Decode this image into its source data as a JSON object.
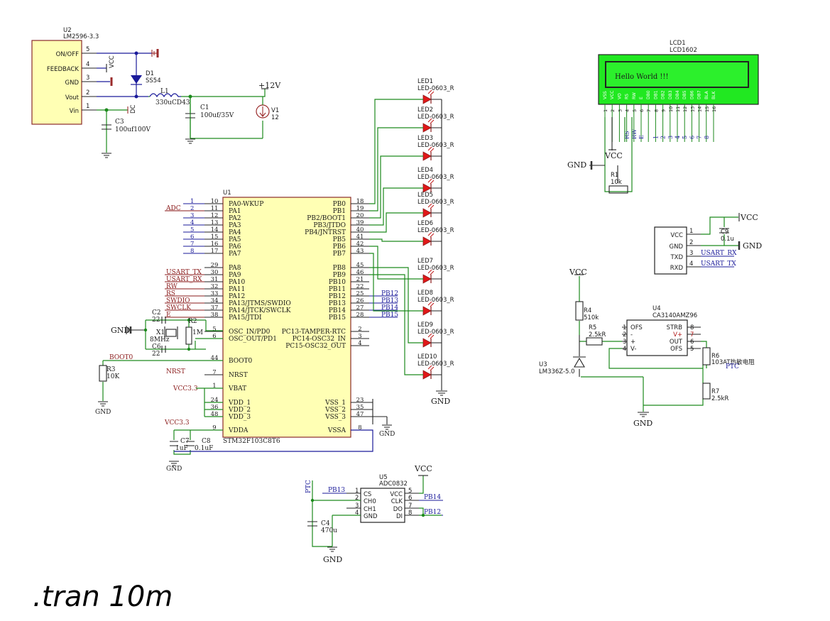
{
  "regulator": {
    "ref": "U2",
    "part": "LM2596-3.3",
    "pins": [
      {
        "name": "ON/OFF",
        "num": "5"
      },
      {
        "name": "FEEDBACK",
        "num": "4"
      },
      {
        "name": "GND",
        "num": "3"
      },
      {
        "name": "Vout",
        "num": "2"
      },
      {
        "name": "Vin",
        "num": "1"
      }
    ],
    "d1_ref": "D1",
    "d1_part": "SS54",
    "l1_ref": "L1",
    "l1_val": "330uCD43",
    "c1_ref": "C1",
    "c1_val": "100uf/35V",
    "c3_ref": "C3",
    "c3_val": "100uf100V",
    "v1_ref": "V1",
    "v1_val": "12",
    "v1_net": "+12V",
    "vcc": "VCC",
    "dc": "DC"
  },
  "mcu": {
    "ref": "U1",
    "part": "STM32F103C8T6",
    "left_pins": [
      {
        "net": "",
        "netnum": "1",
        "num": "10",
        "name": "PA0-WKUP"
      },
      {
        "net": "ADC",
        "netnum": "2",
        "num": "11",
        "name": "PA1"
      },
      {
        "net": "",
        "netnum": "3",
        "num": "12",
        "name": "PA2"
      },
      {
        "net": "",
        "netnum": "4",
        "num": "13",
        "name": "PA3"
      },
      {
        "net": "",
        "netnum": "5",
        "num": "14",
        "name": "PA4"
      },
      {
        "net": "",
        "netnum": "6",
        "num": "15",
        "name": "PA5"
      },
      {
        "net": "",
        "netnum": "7",
        "num": "16",
        "name": "PA6"
      },
      {
        "net": "",
        "netnum": "8",
        "num": "17",
        "name": "PA7"
      },
      {
        "net": "",
        "netnum": "",
        "num": "29",
        "name": "PA8"
      },
      {
        "net": "USART_TX",
        "netnum": "",
        "num": "30",
        "name": "PA9"
      },
      {
        "net": "USART_RX",
        "netnum": "",
        "num": "31",
        "name": "PA10"
      },
      {
        "net": "RW",
        "netnum": "",
        "num": "32",
        "name": "PA11"
      },
      {
        "net": "RS",
        "netnum": "",
        "num": "33",
        "name": "PA12"
      },
      {
        "net": "SWDIO",
        "netnum": "",
        "num": "34",
        "name": "PA13/JTMS/SWDIO"
      },
      {
        "net": "SWCLK",
        "netnum": "",
        "num": "37",
        "name": "PA14/JTCK/SWCLK"
      },
      {
        "net": "E",
        "netnum": "",
        "num": "38",
        "name": "PA15/JTDI"
      },
      {
        "net": "",
        "netnum": "",
        "num": "5",
        "name": "OSC_IN/PD0"
      },
      {
        "net": "",
        "netnum": "",
        "num": "6",
        "name": "OSC_OUT/PD1"
      },
      {
        "net": "BOOT0",
        "netnum": "",
        "num": "44",
        "name": "BOOT0"
      },
      {
        "net": "NRST",
        "netnum": "",
        "num": "7",
        "name": "NRST"
      },
      {
        "net": "VCC3.3",
        "netnum": "",
        "num": "1",
        "name": "VBAT"
      },
      {
        "net": "",
        "netnum": "",
        "num": "24",
        "name": "VDD_1"
      },
      {
        "net": "",
        "netnum": "",
        "num": "36",
        "name": "VDD_2"
      },
      {
        "net": "",
        "netnum": "",
        "num": "48",
        "name": "VDD_3"
      },
      {
        "net": "VCC3.3",
        "netnum": "",
        "num": "9",
        "name": "VDDA"
      }
    ],
    "right_pins": [
      {
        "name": "PB0",
        "num": "18",
        "net": ""
      },
      {
        "name": "PB1",
        "num": "19",
        "net": ""
      },
      {
        "name": "PB2/BOOT1",
        "num": "20",
        "net": ""
      },
      {
        "name": "PB3/JTDO",
        "num": "39",
        "net": ""
      },
      {
        "name": "PB4/JNTRST",
        "num": "40",
        "net": ""
      },
      {
        "name": "PB5",
        "num": "41",
        "net": ""
      },
      {
        "name": "PB6",
        "num": "42",
        "net": ""
      },
      {
        "name": "PB7",
        "num": "43",
        "net": ""
      },
      {
        "name": "PB8",
        "num": "45",
        "net": ""
      },
      {
        "name": "PB9",
        "num": "46",
        "net": ""
      },
      {
        "name": "PB10",
        "num": "21",
        "net": ""
      },
      {
        "name": "PB11",
        "num": "22",
        "net": ""
      },
      {
        "name": "PB12",
        "num": "25",
        "net": "PB12"
      },
      {
        "name": "PB13",
        "num": "26",
        "net": "PB13"
      },
      {
        "name": "PB14",
        "num": "27",
        "net": "PB14"
      },
      {
        "name": "PB15",
        "num": "28",
        "net": "PB15"
      },
      {
        "name": "PC13-TAMPER-RTC",
        "num": "2",
        "net": ""
      },
      {
        "name": "PC14-OSC32_IN",
        "num": "3",
        "net": ""
      },
      {
        "name": "PC15-OSC32_OUT",
        "num": "4",
        "net": ""
      },
      {
        "name": "VSS_1",
        "num": "23",
        "net": ""
      },
      {
        "name": "VSS_2",
        "num": "35",
        "net": ""
      },
      {
        "name": "VSS_3",
        "num": "47",
        "net": ""
      },
      {
        "name": "VSSA",
        "num": "8",
        "net": ""
      }
    ],
    "c2": "C2",
    "c2v": "22",
    "c6": "C6",
    "c6v": "22",
    "x1": "X1",
    "x1v": "8MHz",
    "r2": "R2",
    "r2v": "1M",
    "r3": "R3",
    "r3v": "10K",
    "c7": "C7",
    "c7v": "1uF",
    "c8": "C8",
    "c8v": "0.1uF"
  },
  "leds": [
    {
      "ref": "LED1",
      "part": "LED-0603_R"
    },
    {
      "ref": "LED2",
      "part": "LED-0603_R"
    },
    {
      "ref": "LED3",
      "part": "LED-0603_R"
    },
    {
      "ref": "LED4",
      "part": "LED-0603_R"
    },
    {
      "ref": "LED5",
      "part": "LED-0603_R"
    },
    {
      "ref": "LED6",
      "part": "LED-0603_R"
    },
    {
      "ref": "LED7",
      "part": "LED-0603_R"
    },
    {
      "ref": "LED8",
      "part": "LED-0603_R"
    },
    {
      "ref": "LED9",
      "part": "LED-0603_R"
    },
    {
      "ref": "LED10",
      "part": "LED-0603_R"
    }
  ],
  "lcd": {
    "ref": "LCD1",
    "part": "LCD1602",
    "text": "Hello World !!!",
    "pins": [
      "VSS",
      "VCC",
      "VO",
      "RS",
      "RW",
      "E",
      "DB0",
      "DB1",
      "DB2",
      "DB3",
      "DB4",
      "DB5",
      "DB6",
      "DB7",
      "BLA",
      "BLK"
    ],
    "nets": [
      "",
      "",
      "",
      "RS",
      "RW",
      "E",
      "",
      "1",
      "2",
      "3",
      "4",
      "5",
      "6",
      "7",
      "8",
      ""
    ],
    "r1": "R1",
    "r1v": "10k"
  },
  "uart": {
    "pins": [
      {
        "name": "VCC",
        "num": "1",
        "net": ""
      },
      {
        "name": "GND",
        "num": "2",
        "net": ""
      },
      {
        "name": "TXD",
        "num": "3",
        "net": "USART_RX"
      },
      {
        "name": "RXD",
        "num": "4",
        "net": "USART_TX"
      }
    ],
    "c9": "C9",
    "c9v": "0.1u"
  },
  "sensor": {
    "u4": "U4",
    "u4p": "CA3140AMZ96",
    "u4_left": [
      {
        "name": "OFS",
        "num": "1"
      },
      {
        "name": "-",
        "num": "2"
      },
      {
        "name": "+",
        "num": "3"
      },
      {
        "name": "V-",
        "num": "4"
      }
    ],
    "u4_right": [
      {
        "name": "STRB",
        "num": "8"
      },
      {
        "name": "V+",
        "num": "7"
      },
      {
        "name": "OUT",
        "num": "6"
      },
      {
        "name": "OFS",
        "num": "5"
      }
    ],
    "r4": "R4",
    "r4v": "510k",
    "r5": "R5",
    "r5v": "2.5kR",
    "r6": "R6",
    "r6v": "103AT热敏电阻",
    "r7": "R7",
    "r7v": "2.5kR",
    "u3": "U3",
    "u3p": "LM336Z-5.0",
    "ptc": "PTC"
  },
  "adc": {
    "ref": "U5",
    "part": "ADC0832",
    "left": [
      {
        "name": "CS",
        "num": "1",
        "net": "PB13"
      },
      {
        "name": "CH0",
        "num": "2",
        "net": ""
      },
      {
        "name": "CH1",
        "num": "3",
        "net": ""
      },
      {
        "name": "GND",
        "num": "4",
        "net": ""
      }
    ],
    "right": [
      {
        "name": "VCC",
        "num": "5",
        "net": ""
      },
      {
        "name": "CLK",
        "num": "6",
        "net": "PB14"
      },
      {
        "name": "DO",
        "num": "7",
        "net": ""
      },
      {
        "name": "DI",
        "num": "8",
        "net": "PB12"
      }
    ],
    "c4": "C4",
    "c4v": "470u",
    "ptc": "PTC"
  },
  "common": {
    "gnd": "GND",
    "vcc": "VCC"
  },
  "directive": ".tran 10m"
}
